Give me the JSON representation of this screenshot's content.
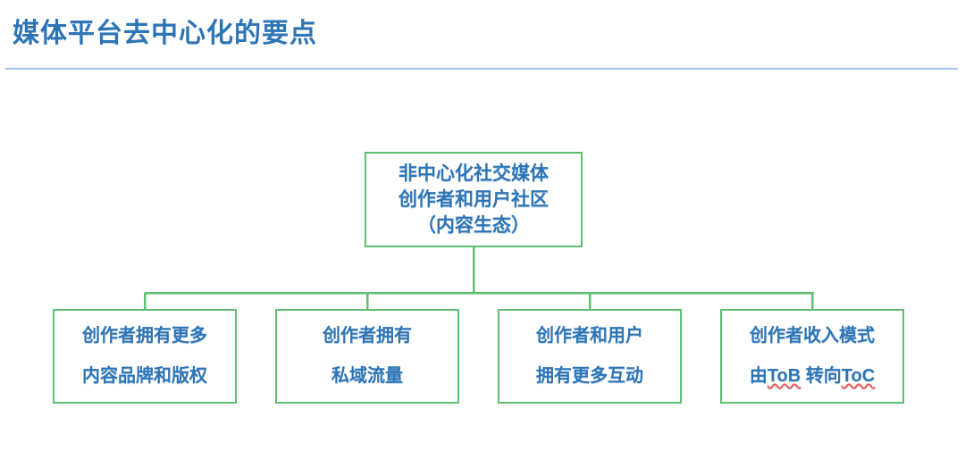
{
  "slide": {
    "title": "媒体平台去中心化的要点",
    "title_color": "#2E75B6",
    "rule_color": "#a8c6e8",
    "background": "#ffffff"
  },
  "diagram": {
    "type": "org-chart",
    "node_border_color": "#5fbf72",
    "node_fill": "#ffffff",
    "node_text_color": "#2E75B6",
    "connector_color": "#5fbf72",
    "root": {
      "id": "root",
      "lines": [
        "非中心化社交媒体",
        "创作者和用户社区",
        "（内容生态）"
      ]
    },
    "children": [
      {
        "id": "leaf-0",
        "lines": [
          "创作者拥有更多",
          "内容品牌和版权"
        ],
        "spelling_errors": []
      },
      {
        "id": "leaf-1",
        "lines": [
          "创作者拥有",
          "私域流量"
        ],
        "spelling_errors": []
      },
      {
        "id": "leaf-2",
        "lines": [
          "创作者和用户",
          "拥有更多互动"
        ],
        "spelling_errors": []
      },
      {
        "id": "leaf-3",
        "lines": [
          "创作者收入模式",
          "由ToB 转向ToC"
        ],
        "line2_parts": {
          "before": "由",
          "term1": "ToB",
          "middle": " 转向",
          "term2": "ToC"
        },
        "spelling_errors": [
          "ToB",
          "ToC"
        ]
      }
    ]
  }
}
